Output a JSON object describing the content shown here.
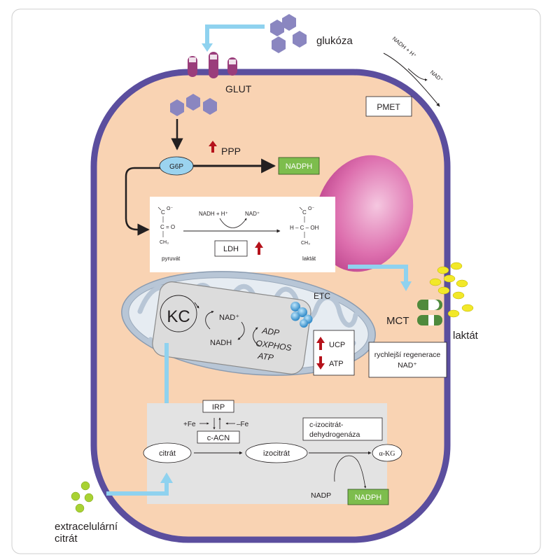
{
  "labels": {
    "glucose": "glukóza",
    "glut": "GLUT",
    "nadh_h": "NADH + H⁺",
    "nad_plus": "NAD⁺",
    "pmet": "PMET",
    "g6p": "G6P",
    "ppp": "PPP",
    "nadph_top": "NADPH",
    "ldh": "LDH",
    "pyruvate": "pyruvát",
    "lactate_box": "laktát",
    "coo_minus": "O⁻",
    "pyr_ketone": "C = O",
    "lac_hydroxyl": "H – C – OH",
    "ch3": "CH₃",
    "etc": "ETC",
    "mct": "MCT",
    "lactate_out": "laktát",
    "kc": "KC",
    "nad_mito": "NAD⁺",
    "nadh_mito": "NADH",
    "adp": "ADP",
    "oxphos": "OXPHOS",
    "atp_mito": "ATP",
    "ucp": "UCP",
    "atp_box": "ATP",
    "regen_line1": "rychlejší regenerace",
    "regen_line2": "NAD⁺",
    "irp": "IRP",
    "plus_fe": "+Fe",
    "minus_fe": "–Fe",
    "c_acn": "c-ACN",
    "citrate": "citrát",
    "isocitrate": "izocitrát",
    "idh_line1": "c-izocitrát-",
    "idh_line2": "dehydrogenáza",
    "akg": "α-KG",
    "nadp": "NADP",
    "nadph_bottom": "NADPH",
    "extra_line1": "extracelulární",
    "extra_line2": "citrát"
  },
  "colors": {
    "membrane": "#5b4e9e",
    "cytoplasm": "#f9d3b3",
    "hexagon": "#8a86c0",
    "arrow_blue": "#8fd2ef",
    "nadph_green": "#7dbd4d",
    "g6p_blue": "#9bd3ef",
    "glut_purple": "#9a3d7b",
    "vesicle_pink": "#d65fa5",
    "mito_outer": "#b8c6d6",
    "mito_inner": "#e6ecf2",
    "kc_grey": "#dcdcdc",
    "etc_blue": "#3a9fd8",
    "mct_green": "#4f8a3c",
    "lactate_yellow": "#f2e829",
    "citrate_green": "#a8d233",
    "up_red": "#b5121b",
    "panel_grey": "#e3e3e3"
  }
}
